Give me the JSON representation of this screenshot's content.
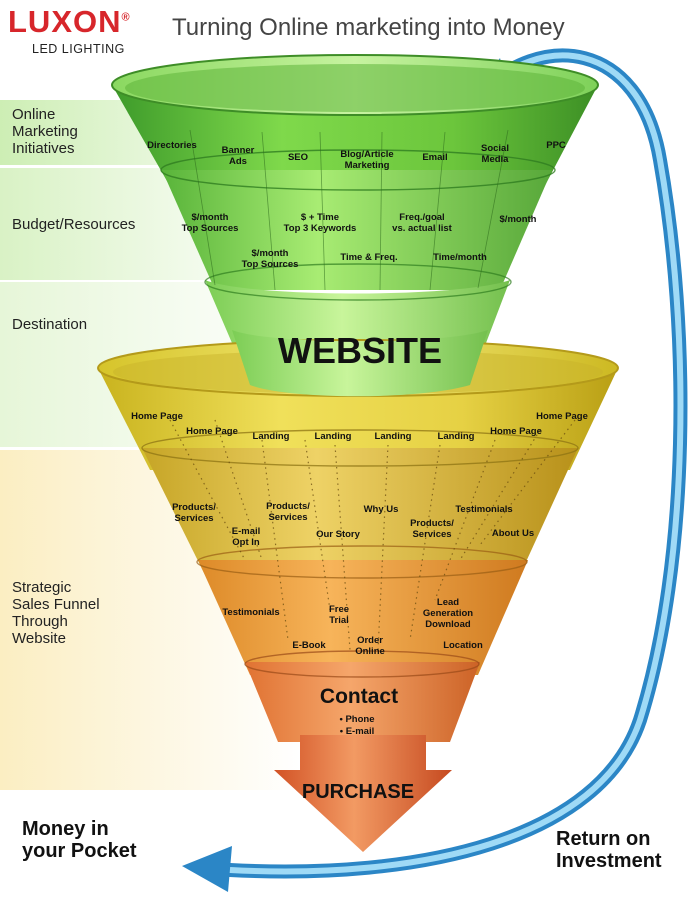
{
  "header": {
    "logo_text": "LUXON",
    "logo_registered": "®",
    "logo_subtitle": "LED LIGHTING",
    "tagline": "Turning Online marketing into Money"
  },
  "side_labels": {
    "initiatives": "Online\nMarketing\nInitiatives",
    "budget": "Budget/Resources",
    "destination": "Destination",
    "strategic": "Strategic\nSales Funnel\nThrough\nWebsite"
  },
  "top_funnel": {
    "initiatives": [
      "Directories",
      "Banner\nAds",
      "SEO",
      "Blog/Article\nMarketing",
      "Email",
      "Social\nMedia",
      "PPC"
    ],
    "budget": [
      "$/month\nTop Sources",
      "$ + Time\nTop 3 Keywords",
      "Freq./goal\nvs. actual list",
      "$/month",
      "$/month\nTop Sources",
      "Time & Freq.",
      "Time/month"
    ],
    "website_label": "WEBSITE"
  },
  "sales_funnel": {
    "landing_tier": [
      "Home Page",
      "Home Page",
      "Landing",
      "Landing",
      "Landing",
      "Landing",
      "Home Page",
      "Home Page"
    ],
    "content_tier": [
      "Products/\nServices",
      "Products/\nServices",
      "Why Us",
      "Testimonials",
      "E-mail\nOpt In",
      "Our Story",
      "Products/\nServices",
      "About Us"
    ],
    "conversion_tier": [
      "Testimonials",
      "Free\nTrial",
      "Lead\nGeneration\nDownload",
      "E-Book",
      "Order\nOnline",
      "Location"
    ],
    "contact_title": "Contact",
    "contact_items": [
      "• Phone",
      "• E-mail"
    ],
    "purchase_label": "PURCHASE"
  },
  "bottom": {
    "money_label": "Money in\nyour Pocket",
    "roi_label": "Return on\nInvestment"
  },
  "colors": {
    "brand_red": "#d7262b",
    "green_band_bg": "#dff3cf",
    "yellow_band_bg": "#fbf3cc",
    "arrow_blue": "#3aa0d8",
    "purchase_arrow": "#d9542b"
  }
}
